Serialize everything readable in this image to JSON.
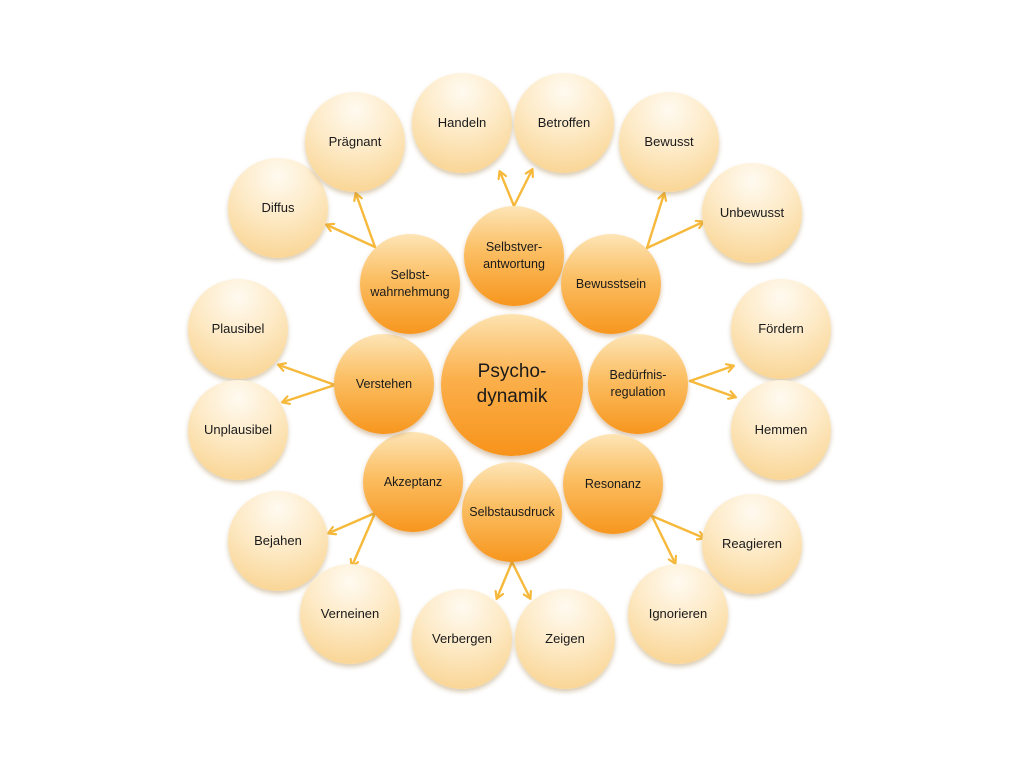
{
  "center": {
    "label": "Psycho-\ndynamik"
  },
  "categories": [
    {
      "label": "Selbstver-\nantwortung",
      "children": [
        "Handeln",
        "Betroffen"
      ]
    },
    {
      "label": "Bewusstsein",
      "children": [
        "Bewusst",
        "Unbewusst"
      ]
    },
    {
      "label": "Bedürfnis-\nregulation",
      "children": [
        "Fördern",
        "Hemmen"
      ]
    },
    {
      "label": "Resonanz",
      "children": [
        "Reagieren",
        "Ignorieren"
      ]
    },
    {
      "label": "Selbstausdruck",
      "children": [
        "Verbergen",
        "Zeigen"
      ]
    },
    {
      "label": "Akzeptanz",
      "children": [
        "Bejahen",
        "Verneinen"
      ]
    },
    {
      "label": "Verstehen",
      "children": [
        "Plausibel",
        "Unplausibel"
      ]
    },
    {
      "label": "Selbst-\nwahrnehmung",
      "children": [
        "Diffus",
        "Prägnant"
      ]
    }
  ],
  "colors": {
    "arrow": "#f6b93b",
    "center": "#f7931a",
    "mid": "#f9a53a",
    "outer": "#fde3b0"
  }
}
